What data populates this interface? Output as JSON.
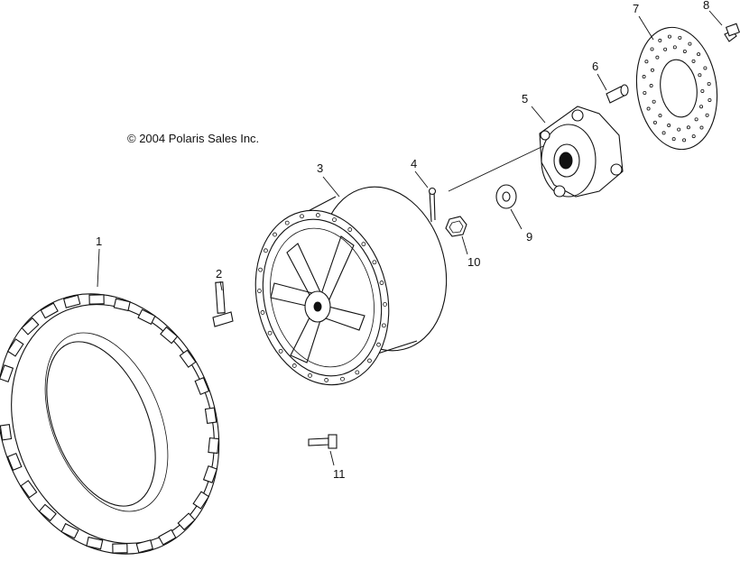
{
  "copyright": "© 2004 Polaris Sales Inc.",
  "callouts": [
    "1",
    "2",
    "3",
    "4",
    "5",
    "6",
    "7",
    "8",
    "9",
    "10",
    "11"
  ],
  "colors": {
    "line": "#111111",
    "background": "#ffffff"
  }
}
